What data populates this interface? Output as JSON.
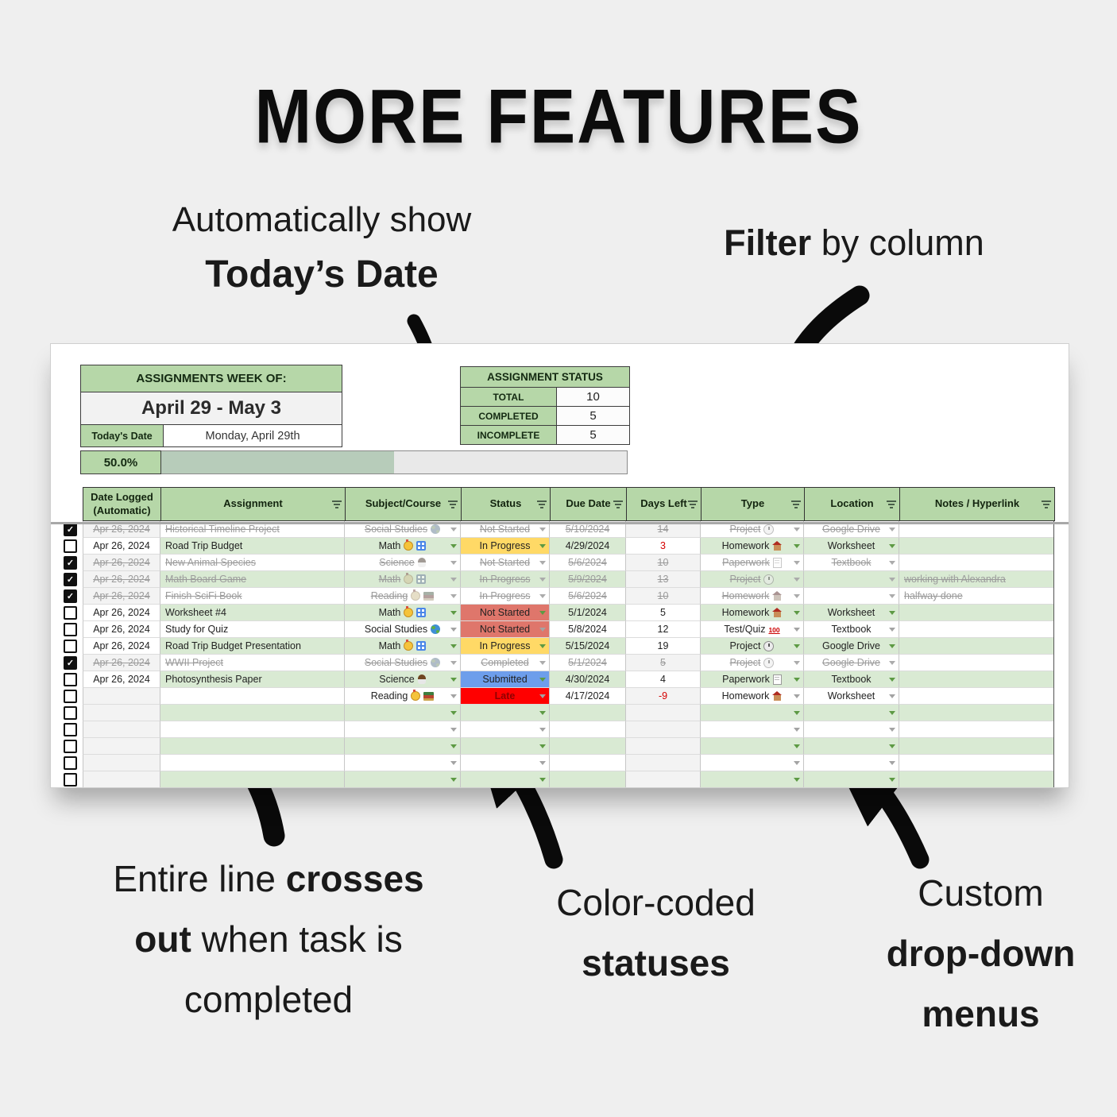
{
  "page_title": "MORE FEATURES",
  "annotations": {
    "today": {
      "line1": "Automatically show",
      "line2": "Today’s Date"
    },
    "filter": {
      "bold": "Filter",
      "rest": " by column"
    },
    "crossout": {
      "l1a": "Entire line ",
      "l1b": "crosses",
      "l2a": "out",
      "l2b": " when task is",
      "l3": "completed"
    },
    "status": {
      "l1": "Color-coded",
      "l2": "statuses"
    },
    "dropdown": {
      "l1": "Custom",
      "l2": "drop-down",
      "l3": "menus"
    }
  },
  "palette": {
    "header_green": "#b6d7a8",
    "row_green": "#d9ead3",
    "status_yellow": "#ffd966",
    "status_red": "#df766b",
    "status_blue": "#6d9eeb",
    "status_late": "#ff0000",
    "late_text": "#8f0000",
    "days_red": "#d50000",
    "progress_fill": "#b7ccba"
  },
  "sheet": {
    "week_label": "ASSIGNMENTS WEEK OF:",
    "week_value": "April 29 - May 3",
    "today_label": "Today's Date",
    "today_value": "Monday, April 29th",
    "status_box": {
      "title": "ASSIGNMENT STATUS",
      "rows": [
        {
          "label": "TOTAL",
          "value": "10"
        },
        {
          "label": "COMPLETED",
          "value": "5"
        },
        {
          "label": "INCOMPLETE",
          "value": "5"
        }
      ]
    },
    "progress": {
      "label": "50.0%",
      "percent": 50
    },
    "columns": [
      {
        "label": "Date Logged\n(Automatic)",
        "filter": false
      },
      {
        "label": "Assignment",
        "filter": true
      },
      {
        "label": "Subject/Course",
        "filter": true
      },
      {
        "label": "Status",
        "filter": true
      },
      {
        "label": "Due Date",
        "filter": true
      },
      {
        "label": "Days Left",
        "filter": true
      },
      {
        "label": "Type",
        "filter": true
      },
      {
        "label": "Location",
        "filter": true
      },
      {
        "label": "Notes / Hyperlink",
        "filter": true
      }
    ],
    "rows": [
      {
        "checked": true,
        "shade": "white",
        "struck": true,
        "auto_gray": true,
        "date": "Apr 26, 2024",
        "assignment": "Historical Timeline Project",
        "subject": {
          "label": "Social Studies",
          "icons": [
            "globe"
          ]
        },
        "status": {
          "label": "Not Started",
          "color": "none"
        },
        "due": "5/10/2024",
        "days": "14",
        "days_red": false,
        "type": {
          "label": "Project",
          "icons": [
            "clock"
          ]
        },
        "location": "Google Drive",
        "notes": ""
      },
      {
        "checked": false,
        "shade": "green",
        "struck": false,
        "auto_gray": false,
        "date": "Apr 26, 2024",
        "assignment": "Road Trip Budget",
        "subject": {
          "label": "Math",
          "icons": [
            "medal",
            "numbers"
          ]
        },
        "status": {
          "label": "In Progress",
          "color": "yellow"
        },
        "due": "4/29/2024",
        "days": "3",
        "days_red": true,
        "type": {
          "label": "Homework",
          "icons": [
            "house"
          ]
        },
        "location": "Worksheet",
        "notes": ""
      },
      {
        "checked": true,
        "shade": "white",
        "struck": true,
        "auto_gray": true,
        "date": "Apr 26, 2024",
        "assignment": "New Animal Species",
        "subject": {
          "label": "Science",
          "icons": [
            "scientist"
          ]
        },
        "status": {
          "label": "Not Started",
          "color": "none"
        },
        "due": "5/6/2024",
        "days": "10",
        "days_red": false,
        "type": {
          "label": "Paperwork",
          "icons": [
            "memo"
          ]
        },
        "location": "Textbook",
        "notes": ""
      },
      {
        "checked": true,
        "shade": "green",
        "struck": true,
        "auto_gray": true,
        "date": "Apr 26, 2024",
        "assignment": "Math Board Game",
        "subject": {
          "label": "Math",
          "icons": [
            "medal",
            "numbers"
          ]
        },
        "status": {
          "label": "In Progress",
          "color": "none"
        },
        "due": "5/9/2024",
        "days": "13",
        "days_red": false,
        "type": {
          "label": "Project",
          "icons": [
            "clock"
          ]
        },
        "location": "",
        "notes": "working with Alexandra"
      },
      {
        "checked": true,
        "shade": "white",
        "struck": true,
        "auto_gray": true,
        "date": "Apr 26, 2024",
        "assignment": "Finish SciFi Book",
        "subject": {
          "label": "Reading",
          "icons": [
            "medal",
            "books"
          ]
        },
        "status": {
          "label": "In Progress",
          "color": "none"
        },
        "due": "5/6/2024",
        "days": "10",
        "days_red": false,
        "type": {
          "label": "Homework",
          "icons": [
            "house"
          ]
        },
        "location": "",
        "notes": "halfway done"
      },
      {
        "checked": false,
        "shade": "green",
        "struck": false,
        "auto_gray": false,
        "date": "Apr 26, 2024",
        "assignment": "Worksheet #4",
        "subject": {
          "label": "Math",
          "icons": [
            "medal",
            "numbers"
          ]
        },
        "status": {
          "label": "Not Started",
          "color": "red"
        },
        "due": "5/1/2024",
        "days": "5",
        "days_red": false,
        "type": {
          "label": "Homework",
          "icons": [
            "house"
          ]
        },
        "location": "Worksheet",
        "notes": ""
      },
      {
        "checked": false,
        "shade": "white",
        "struck": false,
        "auto_gray": false,
        "date": "Apr 26, 2024",
        "assignment": "Study for Quiz",
        "subject": {
          "label": "Social Studies",
          "icons": [
            "globe"
          ]
        },
        "status": {
          "label": "Not Started",
          "color": "red"
        },
        "due": "5/8/2024",
        "days": "12",
        "days_red": false,
        "type": {
          "label": "Test/Quiz",
          "icons": [
            "hundred"
          ]
        },
        "location": "Textbook",
        "notes": ""
      },
      {
        "checked": false,
        "shade": "green",
        "struck": false,
        "auto_gray": false,
        "date": "Apr 26, 2024",
        "assignment": "Road Trip Budget Presentation",
        "subject": {
          "label": "Math",
          "icons": [
            "medal",
            "numbers"
          ]
        },
        "status": {
          "label": "In Progress",
          "color": "yellow"
        },
        "due": "5/15/2024",
        "days": "19",
        "days_red": false,
        "type": {
          "label": "Project",
          "icons": [
            "clock"
          ]
        },
        "location": "Google Drive",
        "notes": ""
      },
      {
        "checked": true,
        "shade": "white",
        "struck": true,
        "auto_gray": true,
        "date": "Apr 26, 2024",
        "assignment": "WWII Project",
        "subject": {
          "label": "Social Studies",
          "icons": [
            "globe"
          ]
        },
        "status": {
          "label": "Completed",
          "color": "none"
        },
        "due": "5/1/2024",
        "days": "5",
        "days_red": false,
        "type": {
          "label": "Project",
          "icons": [
            "clock"
          ]
        },
        "location": "Google Drive",
        "notes": ""
      },
      {
        "checked": false,
        "shade": "green",
        "struck": false,
        "auto_gray": false,
        "date": "Apr 26, 2024",
        "assignment": "Photosynthesis Paper",
        "subject": {
          "label": "Science",
          "icons": [
            "scientist"
          ]
        },
        "status": {
          "label": "Submitted",
          "color": "blue"
        },
        "due": "4/30/2024",
        "days": "4",
        "days_red": false,
        "type": {
          "label": "Paperwork",
          "icons": [
            "memo"
          ]
        },
        "location": "Textbook",
        "notes": ""
      },
      {
        "checked": false,
        "shade": "white",
        "struck": false,
        "auto_gray": true,
        "date": "",
        "assignment": "",
        "subject": {
          "label": "Reading",
          "icons": [
            "medal",
            "books"
          ]
        },
        "status": {
          "label": "Late",
          "color": "late"
        },
        "due": "4/17/2024",
        "days": "-9",
        "days_red": true,
        "type": {
          "label": "Homework",
          "icons": [
            "house"
          ]
        },
        "location": "Worksheet",
        "notes": ""
      },
      {
        "checked": false,
        "shade": "green",
        "struck": false,
        "auto_gray": true,
        "date": "",
        "assignment": "",
        "subject": null,
        "status": {
          "label": "",
          "color": "none"
        },
        "due": "",
        "days": "",
        "days_red": false,
        "type": null,
        "location": "",
        "notes": ""
      },
      {
        "checked": false,
        "shade": "white",
        "struck": false,
        "auto_gray": true,
        "date": "",
        "assignment": "",
        "subject": null,
        "status": {
          "label": "",
          "color": "none"
        },
        "due": "",
        "days": "",
        "days_red": false,
        "type": null,
        "location": "",
        "notes": ""
      },
      {
        "checked": false,
        "shade": "green",
        "struck": false,
        "auto_gray": true,
        "date": "",
        "assignment": "",
        "subject": null,
        "status": {
          "label": "",
          "color": "none"
        },
        "due": "",
        "days": "",
        "days_red": false,
        "type": null,
        "location": "",
        "notes": ""
      },
      {
        "checked": false,
        "shade": "white",
        "struck": false,
        "auto_gray": true,
        "date": "",
        "assignment": "",
        "subject": null,
        "status": {
          "label": "",
          "color": "none"
        },
        "due": "",
        "days": "",
        "days_red": false,
        "type": null,
        "location": "",
        "notes": ""
      },
      {
        "checked": false,
        "shade": "green",
        "struck": false,
        "auto_gray": true,
        "date": "",
        "assignment": "",
        "subject": null,
        "status": {
          "label": "",
          "color": "none"
        },
        "due": "",
        "days": "",
        "days_red": false,
        "type": null,
        "location": "",
        "notes": ""
      }
    ]
  }
}
